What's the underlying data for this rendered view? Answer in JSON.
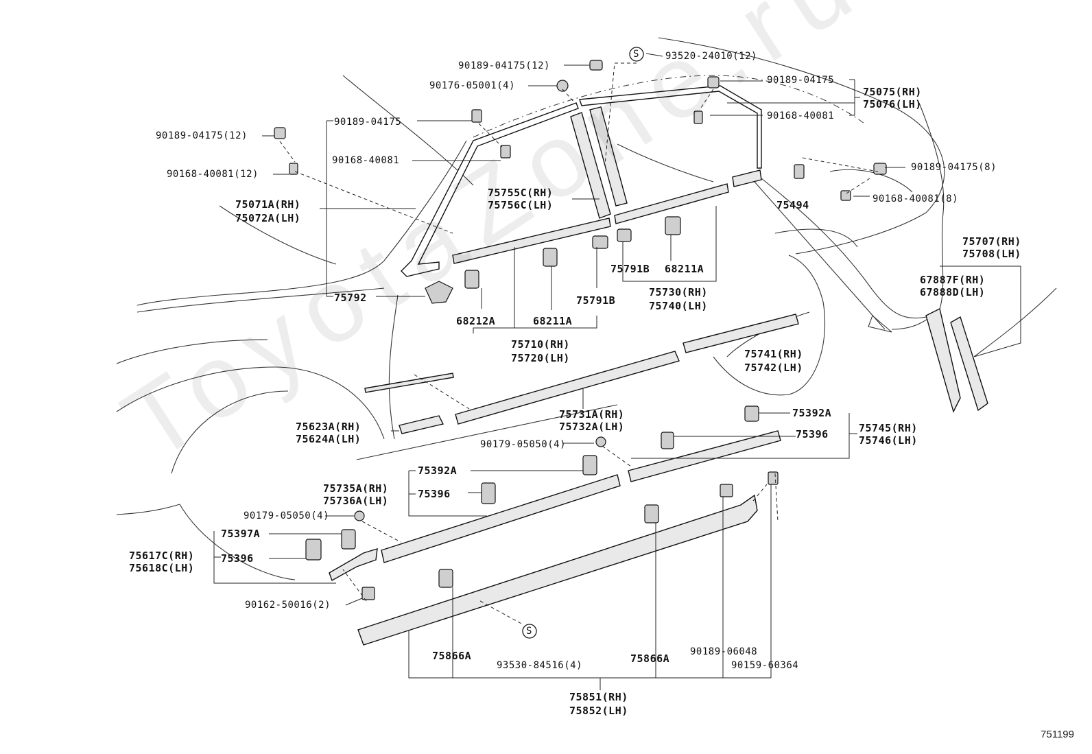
{
  "watermark": "ToyotaZone.ru",
  "reference_code": "751199",
  "callouts": {
    "c1": "90189-04175(12)",
    "c2": "90176-05001(4)",
    "c3": "93520-24010(12)",
    "c4": "90189-04175",
    "c5": "75075(RH)",
    "c6": "75076(LH)",
    "c7": "90168-40081",
    "c8": "90189-04175",
    "c9": "90189-04175(12)",
    "c10": "90168-40081",
    "c11": "90168-40081(12)",
    "c12": "75755C(RH)",
    "c13": "75756C(LH)",
    "c14": "75494",
    "c15": "90189-04175(8)",
    "c16": "90168-40081(8)",
    "c17": "75071A(RH)",
    "c18": "75072A(LH)",
    "c19": "75791B",
    "c20": "68211A",
    "c21": "75707(RH)",
    "c22": "75708(LH)",
    "c23": "75730(RH)",
    "c24": "75740(LH)",
    "c25": "67887F(RH)",
    "c26": "67888D(LH)",
    "c27": "75792",
    "c28": "75791B",
    "c29": "68212A",
    "c30": "68211A",
    "c31": "75710(RH)",
    "c32": "75720(LH)",
    "c33": "75741(RH)",
    "c34": "75742(LH)",
    "c35": "75731A(RH)",
    "c36": "75732A(LH)",
    "c37": "75392A",
    "c38": "75623A(RH)",
    "c39": "75624A(LH)",
    "c40": "75745(RH)",
    "c41": "75396",
    "c42": "75746(LH)",
    "c43": "90179-05050(4)",
    "c44": "75392A",
    "c45": "75735A(RH)",
    "c46": "75396",
    "c47": "75736A(LH)",
    "c48": "90179-05050(4)",
    "c49": "75397A",
    "c50": "75617C(RH)",
    "c51": "75396",
    "c52": "75618C(LH)",
    "c53": "90162-50016(2)",
    "c54": "75866A",
    "c55": "93530-84516(4)",
    "c56": "75866A",
    "c57": "90189-06048",
    "c58": "90159-60364",
    "c59": "75851(RH)",
    "c60": "75852(LH)"
  },
  "symbols": {
    "s1": "S",
    "s2": "S"
  }
}
